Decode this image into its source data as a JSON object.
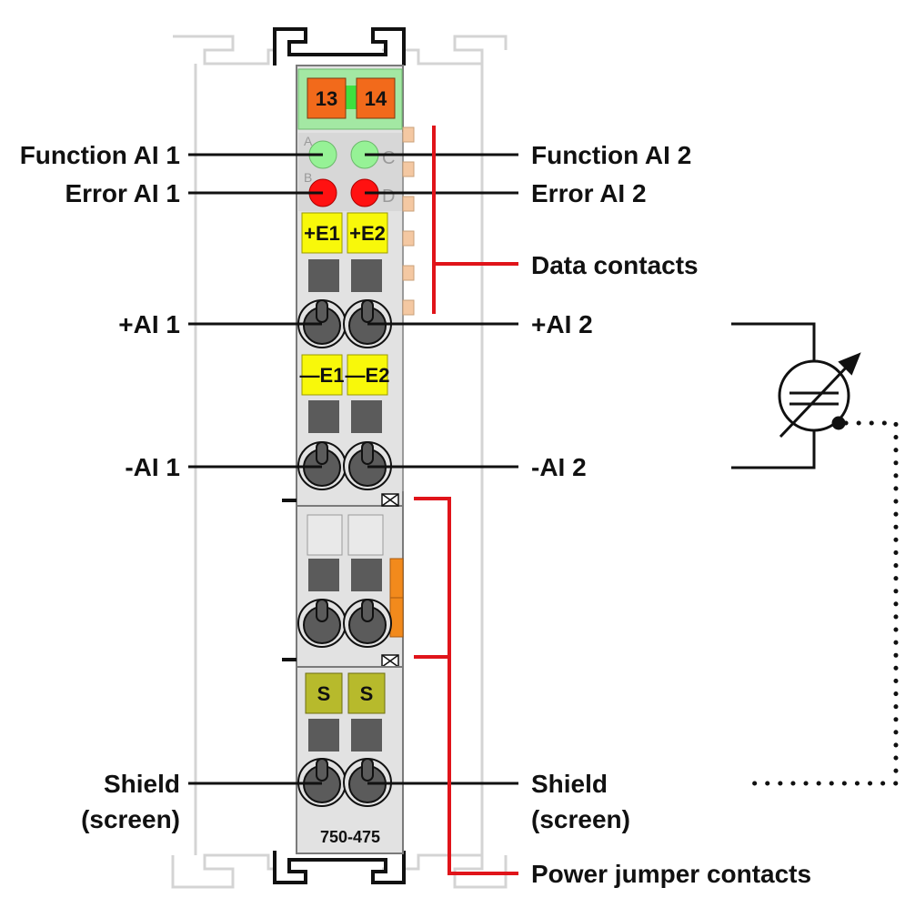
{
  "colors": {
    "housing": "#e2e2e2",
    "housing_edge": "#7a7a7a",
    "rail": "#c9c9c9",
    "led_green": "#96f296",
    "led_red": "#ff1111",
    "yellow_tag": "#f8f80a",
    "olive_tag": "#b7ba2c",
    "orange_tag": "#f26a1b",
    "green_header": "#a3e8a3",
    "bracket_red": "#e0141a",
    "contact_peach": "#f4c8a2",
    "clamp_dark": "#5b5b5b",
    "jumper_orange": "#f28a1c"
  },
  "module": {
    "part_number": "750-475",
    "header_tags": [
      "13",
      "14"
    ],
    "led_letters": [
      "A",
      "B",
      "C",
      "D"
    ],
    "input_tags": [
      "+E1",
      "+E2"
    ],
    "minus_tags": [
      "—E1",
      "—E2"
    ],
    "shield_tags": [
      "S",
      "S"
    ]
  },
  "labels": {
    "left": {
      "function_ai1": "Function AI 1",
      "error_ai1": "Error AI 1",
      "plus_ai1": "+AI 1",
      "minus_ai1": "-AI 1",
      "shield_line1": "Shield",
      "shield_line2": "(screen)"
    },
    "right": {
      "function_ai2": "Function AI 2",
      "error_ai2": "Error AI 2",
      "data_contacts": "Data contacts",
      "plus_ai2": "+AI 2",
      "minus_ai2": "-AI 2",
      "shield_line1": "Shield",
      "shield_line2": "(screen)",
      "power_jumper_contacts": "Power jumper contacts"
    }
  },
  "icons": [
    "din-rail-icon",
    "variable-current-sensor-icon",
    "clamp-icon",
    "led-icon"
  ]
}
